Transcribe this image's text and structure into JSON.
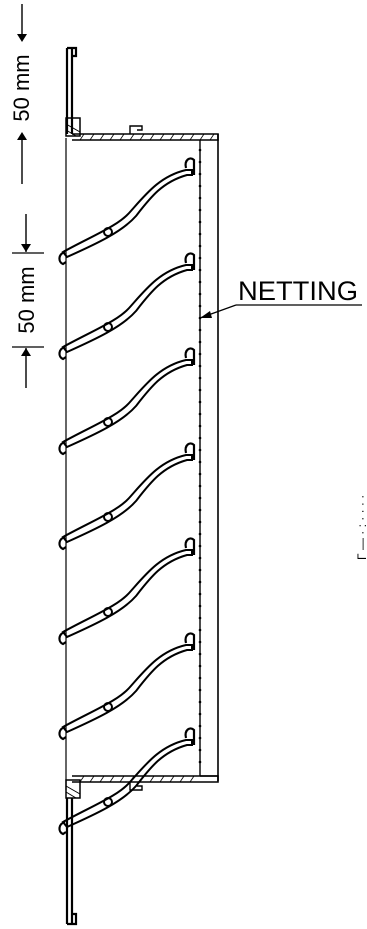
{
  "labels": {
    "dimension_top": "50 mm",
    "dimension_pitch": "50 mm",
    "netting": "NETTING",
    "side_note": "Γ — ·  :  · ·  ·  ·"
  },
  "diagram": {
    "blade_count": 7,
    "colors": {
      "line": "#000000",
      "background": "#ffffff"
    }
  }
}
